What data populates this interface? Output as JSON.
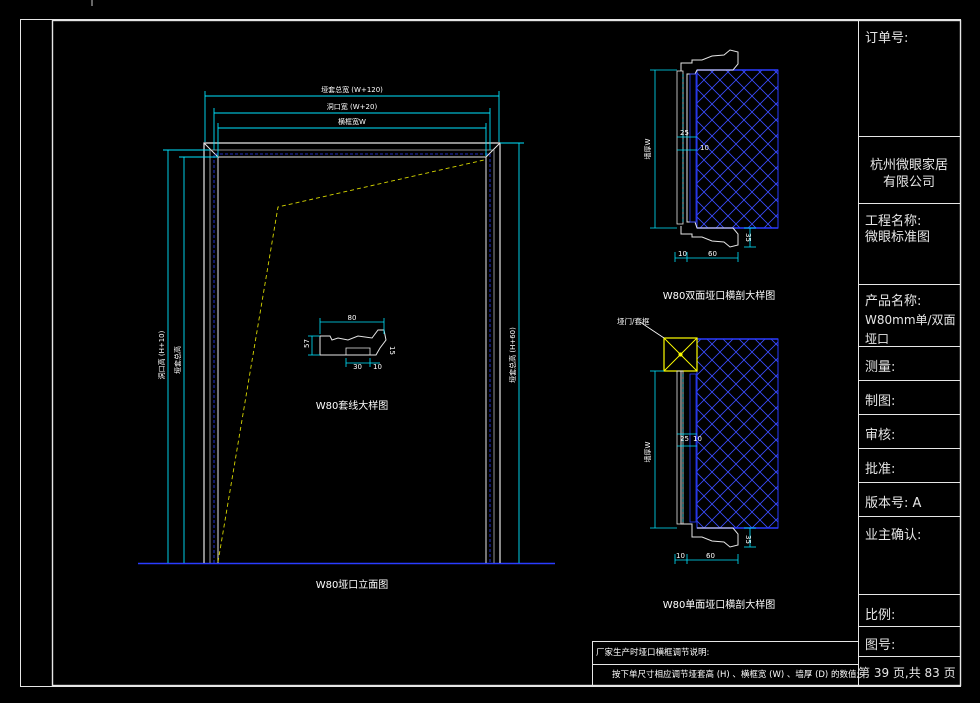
{
  "title_block": {
    "order_no_label": "订单号:",
    "company_line1": "杭州微眼家居",
    "company_line2": "有限公司",
    "project_label": "工程名称:",
    "project_value": "微眼标准图",
    "product_label": "产品名称:",
    "product_value": "W80mm单/双面垭口",
    "measure_label": "测量:",
    "drawn_label": "制图:",
    "review_label": "审核:",
    "approve_label": "批准:",
    "version_label": "版本号: A",
    "owner_label": "业主确认:",
    "scale_label": "比例:",
    "drawing_no_label": "图号:",
    "page_text": "第 39 页,共 83 页"
  },
  "elevation": {
    "caption": "W80垭口立面图",
    "dim_top1": "垭套总宽 (W+120)",
    "dim_top2": "洞口宽 (W+20)",
    "dim_top3": "横框宽W",
    "dim_left_outer": "洞口高 (H+10)",
    "dim_left_inner": "垭套总高",
    "dim_right": "垭套总高 (H+60)"
  },
  "trim_detail": {
    "caption": "W80套线大样图",
    "dim_width": "80",
    "dim_height": "57",
    "dim_thickness": "15",
    "dim_a": "30",
    "dim_b": "10"
  },
  "double_section": {
    "caption": "W80双面垭口横剖大样图",
    "dim_wall": "墙厚W",
    "dim_25": "25",
    "dim_10": "10",
    "dim_bottom_10": "10",
    "dim_bottom_60": "60",
    "dim_side_35": "35"
  },
  "single_section": {
    "caption": "W80单面垭口横剖大样图",
    "callout": "垭门/套框",
    "dim_wall": "墙厚W",
    "dim_25": "25",
    "dim_10": "10",
    "dim_bottom_10": "10",
    "dim_bottom_60": "60",
    "dim_side_35": "35"
  },
  "notes": {
    "line1": "厂家生产时垭口横框调节说明:",
    "line2": "按下单尺寸相应调节垭套高 (H) 、横框宽 (W) 、墙厚 (D) 的数值;"
  },
  "colors": {
    "background": "#000000",
    "frame": "#e6e6e6",
    "cyan": "#00e5ff",
    "blue": "#2a3cff",
    "yellow": "#ffff00",
    "white": "#ffffff"
  }
}
